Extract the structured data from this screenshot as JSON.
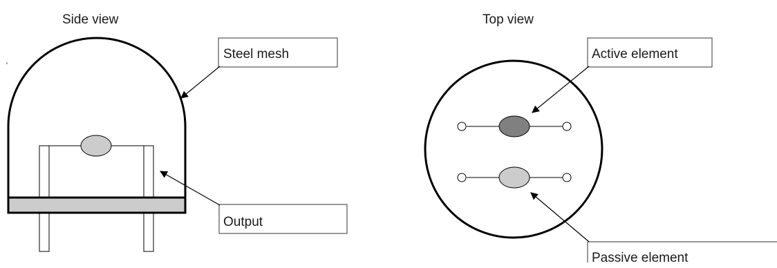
{
  "side_view": {
    "title": "Side view",
    "callouts": {
      "steel_mesh": "Steel mesh",
      "output": "Output"
    }
  },
  "top_view": {
    "title": "Top view",
    "callouts": {
      "active_element": "Active element",
      "passive_element": "Passive element"
    }
  },
  "colors": {
    "active_element_fill": "#808080",
    "passive_element_fill": "#cccccc",
    "base_fill": "#cccccc",
    "side_element_fill": "#cccccc",
    "outline": "#000000"
  }
}
